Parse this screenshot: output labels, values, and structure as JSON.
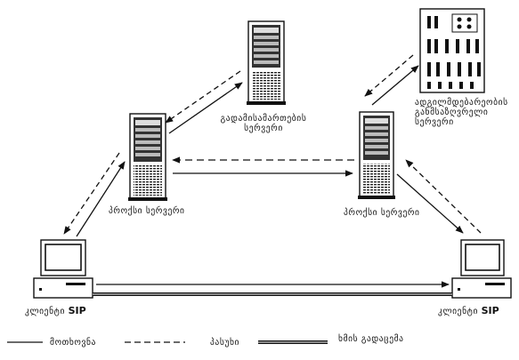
{
  "nodes": {
    "redirect_server": {
      "label_line1": "გადამისამართების",
      "label_line2": "სერვერი"
    },
    "location_server": {
      "label_line1": "ადგილმდებარეობის",
      "label_line2": "განმსაზღვრელი",
      "label_line3": "სერვერი"
    },
    "proxy_left": {
      "label": "პროქსი სერვერი"
    },
    "proxy_right": {
      "label": "პროქსი სერვერი"
    },
    "client_left": {
      "label_prefix": "კლიენტი",
      "label_sip": "SIP"
    },
    "client_right": {
      "label_prefix": "კლიენტი",
      "label_sip": "SIP"
    }
  },
  "legend": {
    "request": "მოთხოვნა",
    "response": "პასუხი",
    "voice": "ხმის გადაცემა"
  },
  "colors": {
    "ink": "#111111",
    "paper": "#ffffff"
  }
}
